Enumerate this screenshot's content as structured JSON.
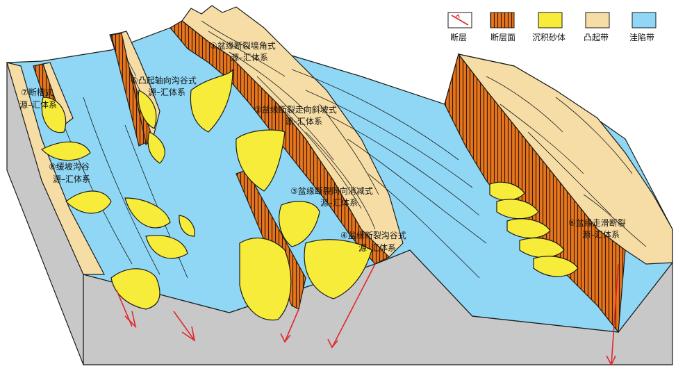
{
  "colors": {
    "fault_line": "#e0262a",
    "fault_plane": "#e8761c",
    "fault_plane_stripe": "#3a1a08",
    "sand_body": "#f7ec3a",
    "uplift_zone": "#f6dda6",
    "depression_zone": "#8fd7f5",
    "base_block": "#c8c8c8"
  },
  "legend": [
    {
      "key": "fault",
      "label": "断层"
    },
    {
      "key": "fault_plane",
      "label": "断层面"
    },
    {
      "key": "sand_body",
      "label": "沉积砂体"
    },
    {
      "key": "uplift",
      "label": "凸起带"
    },
    {
      "key": "depression",
      "label": "洼陷带"
    }
  ],
  "labels": [
    {
      "id": "label-1",
      "line1": "①盆缘断裂墙角式",
      "line2": "源–汇体系"
    },
    {
      "id": "label-2",
      "line1": "②盆缘断裂走向斜坡式",
      "line2": "源–汇体系"
    },
    {
      "id": "label-3",
      "line1": "③盆缘断裂同向消减式",
      "line2": "源–汇体系"
    },
    {
      "id": "label-4",
      "line1": "④盆缘断裂沟谷式",
      "line2": "源–汇体系"
    },
    {
      "id": "label-5",
      "line1": "⑤凸起轴向沟谷式",
      "line2": "源–汇体系"
    },
    {
      "id": "label-6",
      "line1": "⑥盆缘走滑断裂",
      "line2": "源–汇体系"
    },
    {
      "id": "label-7",
      "line1": "⑦断槽式",
      "line2": "源–汇体系"
    },
    {
      "id": "label-8",
      "line1": "⑧缓坡沟谷",
      "line2": "源–汇体系"
    }
  ]
}
